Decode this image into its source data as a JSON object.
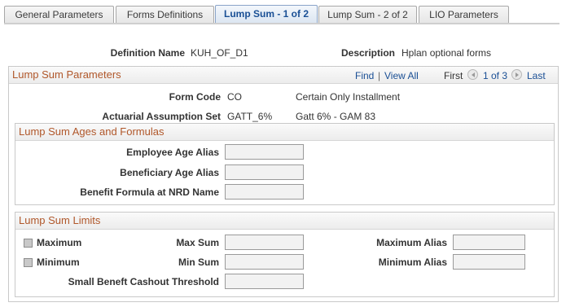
{
  "tabs": [
    {
      "label": "General Parameters",
      "active": false
    },
    {
      "label": "Forms Definitions",
      "active": false
    },
    {
      "label": "Lump Sum - 1 of 2",
      "active": true
    },
    {
      "label": "Lump Sum - 2 of 2",
      "active": false
    },
    {
      "label": "LIO Parameters",
      "active": false
    }
  ],
  "header": {
    "definition_name_label": "Definition Name",
    "definition_name_value": "KUH_OF_D1",
    "description_label": "Description",
    "description_value": "Hplan optional forms"
  },
  "lump_sum_parameters": {
    "title": "Lump Sum Parameters",
    "find_label": "Find",
    "separator": "|",
    "view_all_label": "View All",
    "first_label": "First",
    "page_indicator": "1 of 3",
    "last_label": "Last",
    "form_code_label": "Form Code",
    "form_code_value": "CO",
    "form_code_desc": "Certain Only Installment",
    "actuarial_label": "Actuarial Assumption Set",
    "actuarial_value": "GATT_6%",
    "actuarial_desc": "Gatt 6% - GAM 83"
  },
  "ages_formulas": {
    "title": "Lump Sum Ages and Formulas",
    "employee_age_alias_label": "Employee Age Alias",
    "employee_age_alias_value": "",
    "beneficiary_age_alias_label": "Beneficiary Age Alias",
    "beneficiary_age_alias_value": "",
    "benefit_formula_label": "Benefit Formula at NRD Name",
    "benefit_formula_value": ""
  },
  "limits": {
    "title": "Lump Sum Limits",
    "maximum_label": "Maximum",
    "minimum_label": "Minimum",
    "max_sum_label": "Max Sum",
    "min_sum_label": "Min Sum",
    "maximum_alias_label": "Maximum Alias",
    "minimum_alias_label": "Minimum Alias",
    "small_benefit_label": "Small Beneft Cashout Threshold"
  },
  "colors": {
    "accent": "#1a4f95",
    "section_title": "#b0572a"
  },
  "icons": {
    "previous": "left-arrow-icon",
    "next": "right-arrow-icon"
  }
}
